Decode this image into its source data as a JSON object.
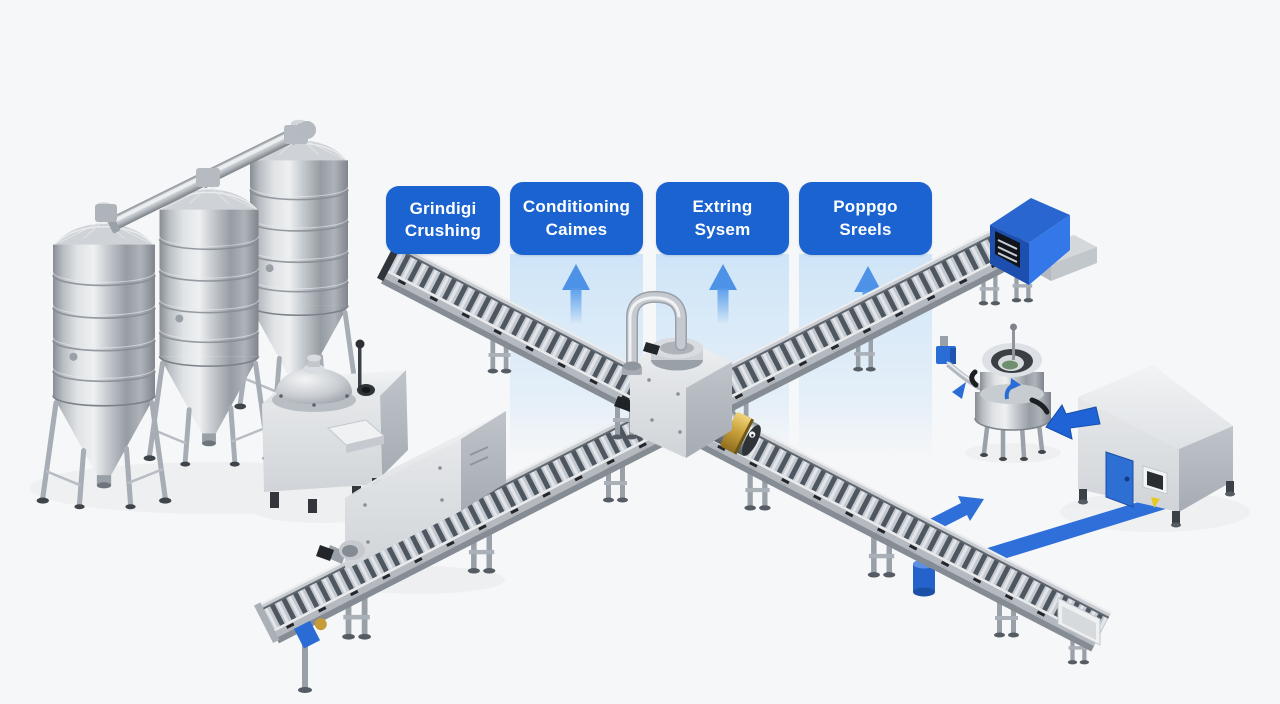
{
  "scene": {
    "background": "#f6f7f8",
    "stages": [
      {
        "line1": "Grindigi",
        "line2": "Crushing"
      },
      {
        "line1": "Conditioning",
        "line2": "Caimes"
      },
      {
        "line1": "Extring",
        "line2": "Sysem"
      },
      {
        "line1": "Poppgo",
        "line2": "Sreels"
      }
    ],
    "colors": {
      "stage_label_bg": "#1a63d0",
      "stage_label_text": "#ffffff",
      "stage_band": "#cde4f7",
      "flow_arrow_blue": "#4f95e8",
      "accent_blue": "#2a6bd6",
      "machine_gray": "#d6d9dd",
      "steel_light": "#e8eaec",
      "gold_ring": "#c79b35"
    },
    "icons": {
      "up_arrow": "flow-arrow-up",
      "left_arrow": "flow-arrow-left",
      "diagonal_arrow": "flow-arrow-up-right"
    }
  }
}
